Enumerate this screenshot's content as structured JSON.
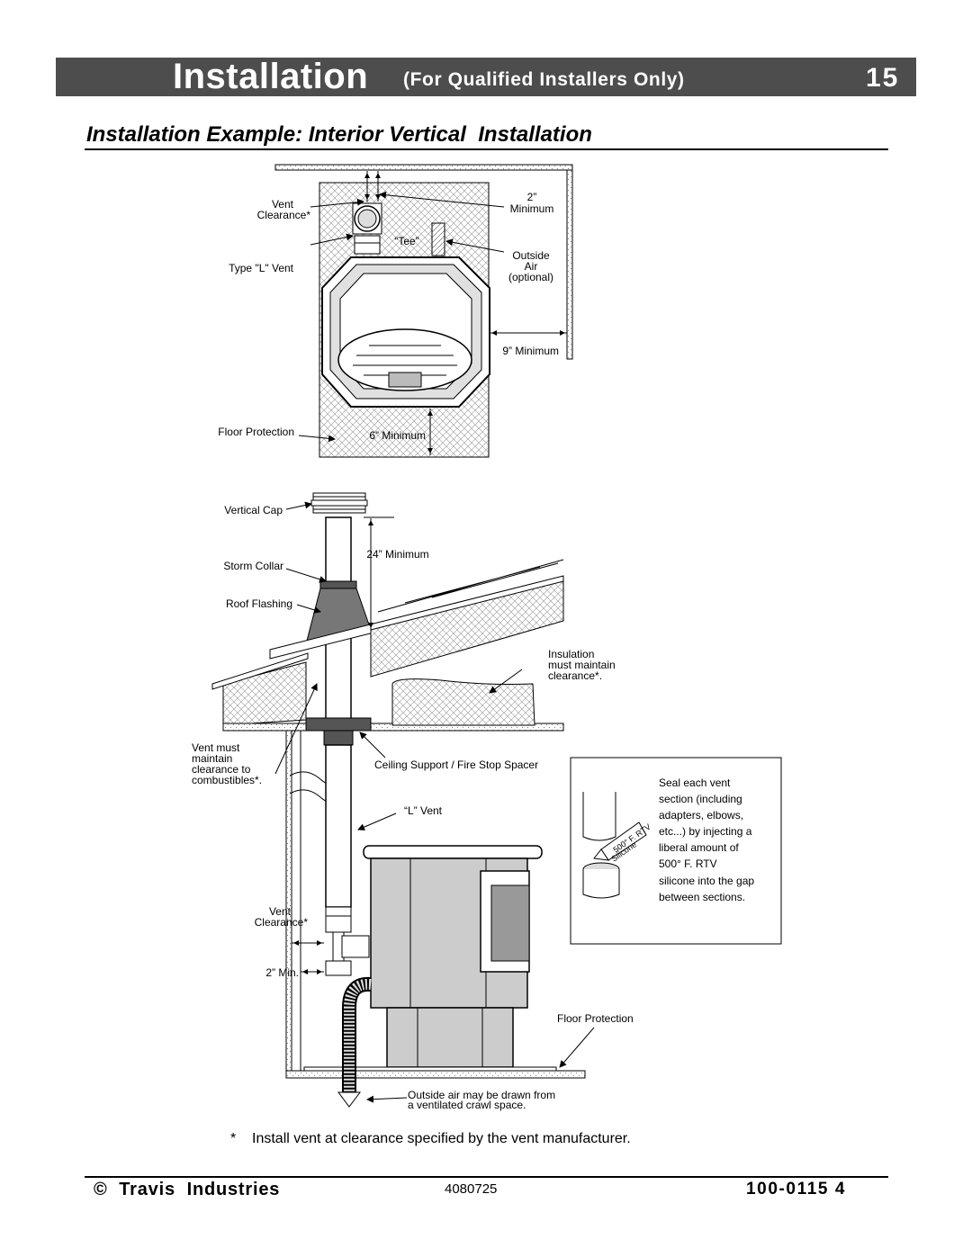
{
  "header": {
    "title": "Installation",
    "subtitle": "(For Qualified Installers Only)",
    "page_number": "15"
  },
  "section_title": "Installation Example: Interior Vertical  Installation",
  "top_view": {
    "labels": {
      "vent_clearance_1": "Vent",
      "vent_clearance_2": "Clearance*",
      "two_inch_1": "2”",
      "two_inch_2": "Minimum",
      "tee": "“Tee”",
      "outside_air_1": "Outside",
      "outside_air_2": "Air",
      "outside_air_3": "(optional)",
      "type_l_vent": "Type \"L\" Vent",
      "nine_min": "9” Minimum",
      "floor_protection": "Floor Protection",
      "six_min": "6” Minimum"
    }
  },
  "side_view": {
    "labels": {
      "vertical_cap": "Vertical Cap",
      "twenty_four_min": "24” Minimum",
      "storm_collar": "Storm Collar",
      "roof_flashing": "Roof Flashing",
      "insulation_1": "Insulation",
      "insulation_2": "must maintain",
      "insulation_3": "clearance*.",
      "vent_must_1": "Vent must",
      "vent_must_2": "maintain",
      "vent_must_3": "clearance to",
      "vent_must_4": "combustibles*.",
      "ceiling_support": "Ceiling Support / Fire Stop Spacer",
      "l_vent": "“L” Vent",
      "vent_clearance_1": "Vent",
      "vent_clearance_2": "Clearance*",
      "two_min": "2” Min.",
      "floor_protection": "Floor Protection",
      "outside_air_1": "Outside air may be drawn from",
      "outside_air_2": "a ventilated crawl space."
    },
    "seal_box": {
      "lines": [
        "Seal each vent",
        "section (including",
        "adapters, elbows,",
        "etc...) by injecting a",
        "liberal amount of",
        "500° F. RTV",
        "silicone into the gap",
        "between sections."
      ],
      "tube_label_1": "500° F. RTV",
      "tube_label_2": "Silicone"
    }
  },
  "footnote": "*    Install vent at clearance specified by the vent manufacturer.",
  "footer": {
    "brand": "©  Travis  Industries",
    "code": "4080725",
    "part_number": "100-0115 4"
  }
}
